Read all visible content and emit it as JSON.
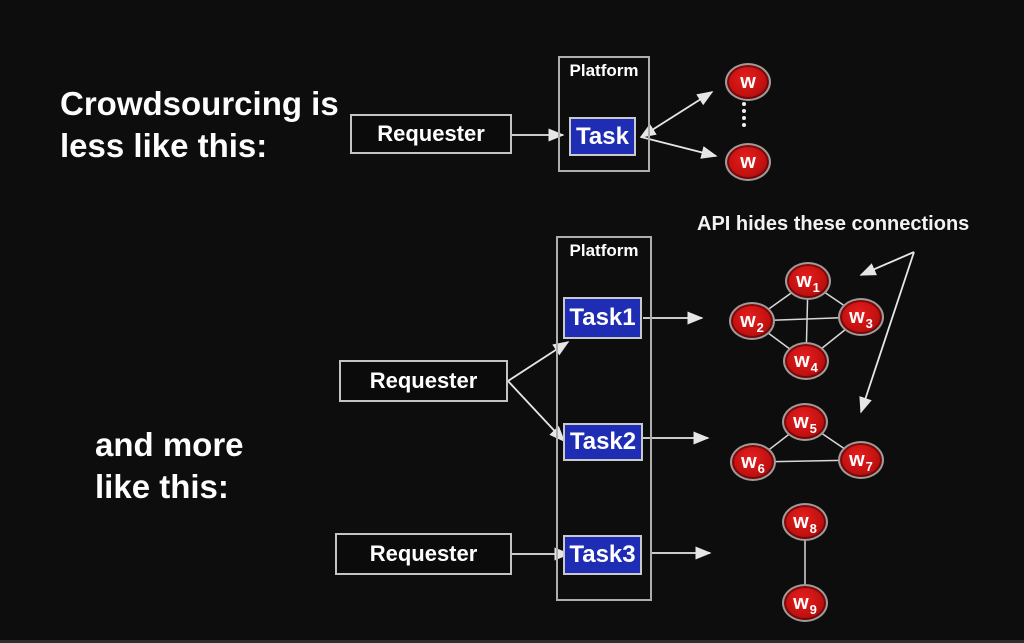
{
  "slide": {
    "headline_top_line1": "Crowdsourcing is",
    "headline_top_line2": "less like this:",
    "headline_bottom_line1": "and more",
    "headline_bottom_line2": "like this:",
    "api_note": "API hides these connections"
  },
  "top_diagram": {
    "requester_label": "Requester",
    "platform_label": "Platform",
    "task_label": "Task",
    "workers": [
      {
        "letter": "w",
        "sub": ""
      },
      {
        "letter": "w",
        "sub": ""
      }
    ]
  },
  "bottom_diagram": {
    "requester1_label": "Requester",
    "requester2_label": "Requester",
    "platform_label": "Platform",
    "task1_label": "Task1",
    "task2_label": "Task2",
    "task3_label": "Task3",
    "workers": [
      {
        "letter": "w",
        "sub": "1"
      },
      {
        "letter": "w",
        "sub": "2"
      },
      {
        "letter": "w",
        "sub": "3"
      },
      {
        "letter": "w",
        "sub": "4"
      },
      {
        "letter": "w",
        "sub": "5"
      },
      {
        "letter": "w",
        "sub": "6"
      },
      {
        "letter": "w",
        "sub": "7"
      },
      {
        "letter": "w",
        "sub": "8"
      },
      {
        "letter": "w",
        "sub": "9"
      }
    ],
    "graph_edges": [
      [
        "w1",
        "w2"
      ],
      [
        "w1",
        "w3"
      ],
      [
        "w1",
        "w4"
      ],
      [
        "w2",
        "w3"
      ],
      [
        "w2",
        "w4"
      ],
      [
        "w3",
        "w4"
      ],
      [
        "w5",
        "w6"
      ],
      [
        "w5",
        "w7"
      ],
      [
        "w6",
        "w7"
      ],
      [
        "w8",
        "w9"
      ]
    ],
    "task_to_cluster": [
      [
        "Task1",
        "w1-w4 cluster"
      ],
      [
        "Task2",
        "w5-w7 cluster"
      ],
      [
        "Task3",
        "w8-w9 cluster"
      ]
    ]
  },
  "colors": {
    "background": "#0d0d0d",
    "task_blue": "#1e2db4",
    "worker_red": "#c31111",
    "box_border": "#c4c4c4",
    "line": "#e6e6e6"
  }
}
